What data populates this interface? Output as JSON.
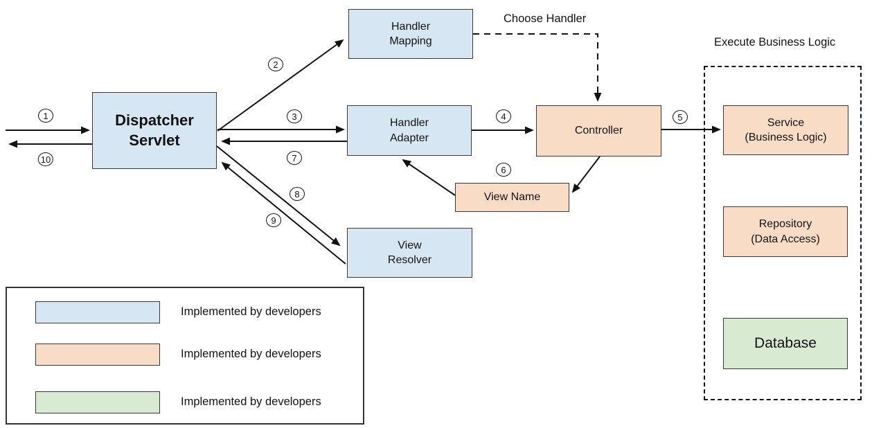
{
  "annotations": {
    "choose_handler": "Choose Handler",
    "execute_business_logic": "Execute Business Logic"
  },
  "nodes": {
    "dispatcher_servlet": {
      "label": "Dispatcher\nServlet",
      "fill": "#d7e6f3"
    },
    "handler_mapping": {
      "label": "Handler\nMapping",
      "fill": "#d7e6f3"
    },
    "handler_adapter": {
      "label": "Handler\nAdapter",
      "fill": "#d7e6f3"
    },
    "view_resolver": {
      "label": "View\nResolver",
      "fill": "#d7e6f3"
    },
    "controller": {
      "label": "Controller",
      "fill": "#f9dcc5"
    },
    "view_name": {
      "label": "View Name",
      "fill": "#f9dcc5"
    },
    "service": {
      "label": "Service\n(Business Logic)",
      "fill": "#f9dcc5"
    },
    "repository": {
      "label": "Repository\n(Data Access)",
      "fill": "#f9dcc5"
    },
    "database": {
      "label": "Database",
      "fill": "#d9ead3"
    }
  },
  "steps": [
    "1",
    "2",
    "3",
    "4",
    "5",
    "6",
    "7",
    "8",
    "9",
    "10"
  ],
  "legend": {
    "items": [
      {
        "color": "#d7e6f3",
        "label": "Implemented by developers"
      },
      {
        "color": "#f9dcc5",
        "label": "Implemented by developers"
      },
      {
        "color": "#d9ead3",
        "label": "Implemented by developers"
      }
    ]
  }
}
